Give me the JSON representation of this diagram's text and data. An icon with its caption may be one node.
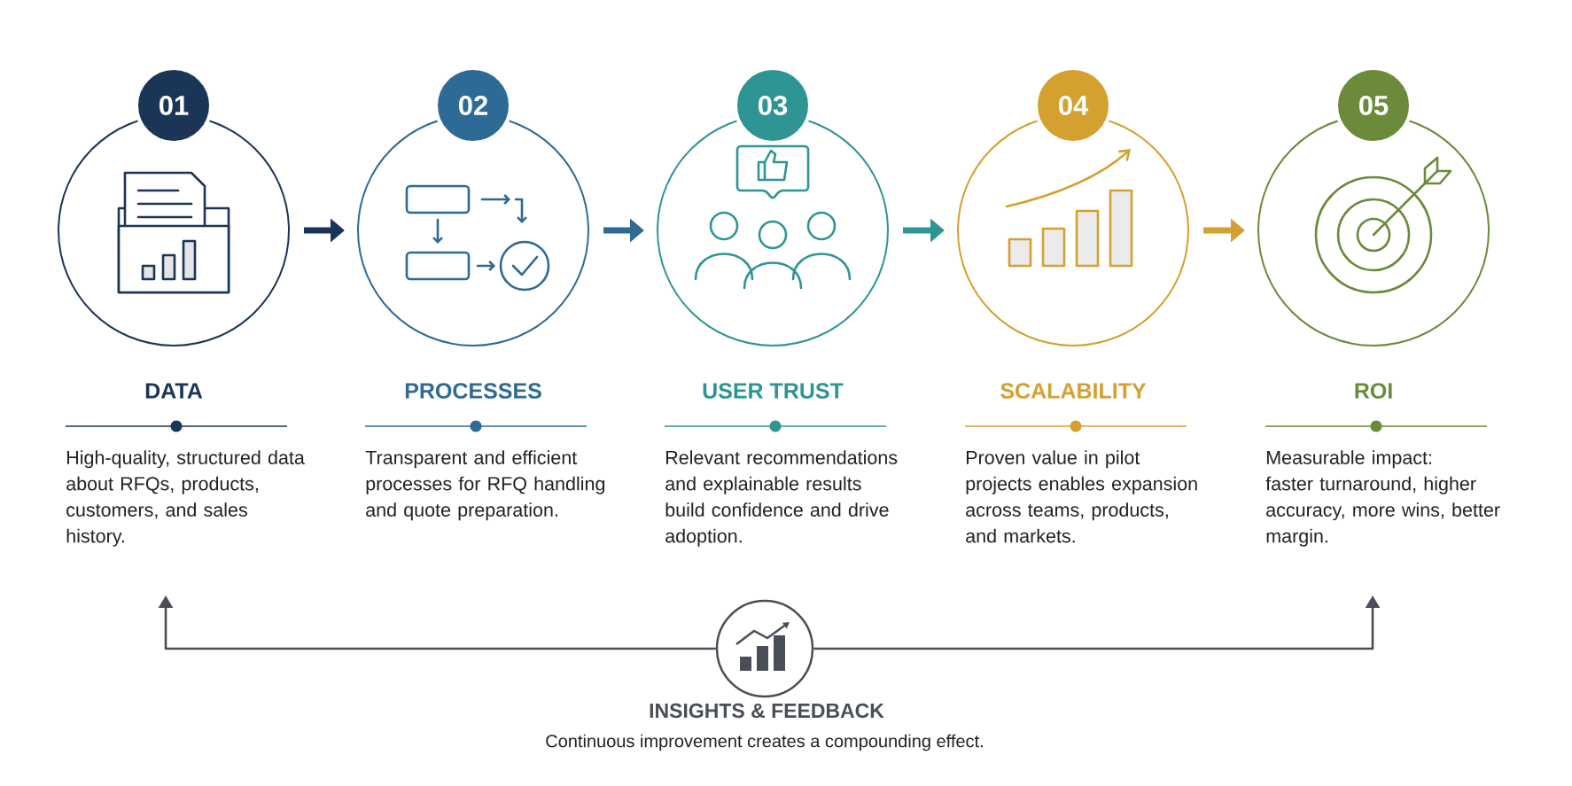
{
  "diagram": {
    "nodes": [
      {
        "text": [
          "01",
          "DATA",
          "High-quality, structured data about RFQs, products, customers, and sales history."
        ]
      },
      {
        "text": [
          "02",
          "PROCESSES",
          "Transparent and efficient processes for RFQ handling and quote preparation."
        ]
      },
      {
        "text": [
          "03",
          "USER TRUST",
          "Relevant recommendations and explainable results build confidence and drive adoption."
        ]
      },
      {
        "text": [
          "04",
          "SCALABILITY",
          "Proven value in pilot projects enables expansion across teams, products, and markets."
        ]
      },
      {
        "text": [
          "05",
          "ROI",
          "Measurable impact: faster turnaround, higher accuracy, more wins, better margin."
        ]
      },
      {
        "text": [
          "INSIGHTS & FEEDBACK",
          "Continuous improvement creates a compounding effect."
        ]
      }
    ],
    "edges": [
      {
        "from": 0,
        "to": 1,
        "arrow": "to",
        "color": "#1b3556"
      },
      {
        "from": 1,
        "to": 2,
        "arrow": "to",
        "color": "#2e6a96"
      },
      {
        "from": 2,
        "to": 3,
        "arrow": "to",
        "color": "#2f9494"
      },
      {
        "from": 3,
        "to": 4,
        "arrow": "to",
        "color": "#d4a030"
      },
      {
        "from": 5,
        "to": 0,
        "arrow": "to",
        "color": "#4a4f57"
      },
      {
        "from": 5,
        "to": 4,
        "arrow": "to",
        "color": "#4a4f57"
      }
    ]
  }
}
